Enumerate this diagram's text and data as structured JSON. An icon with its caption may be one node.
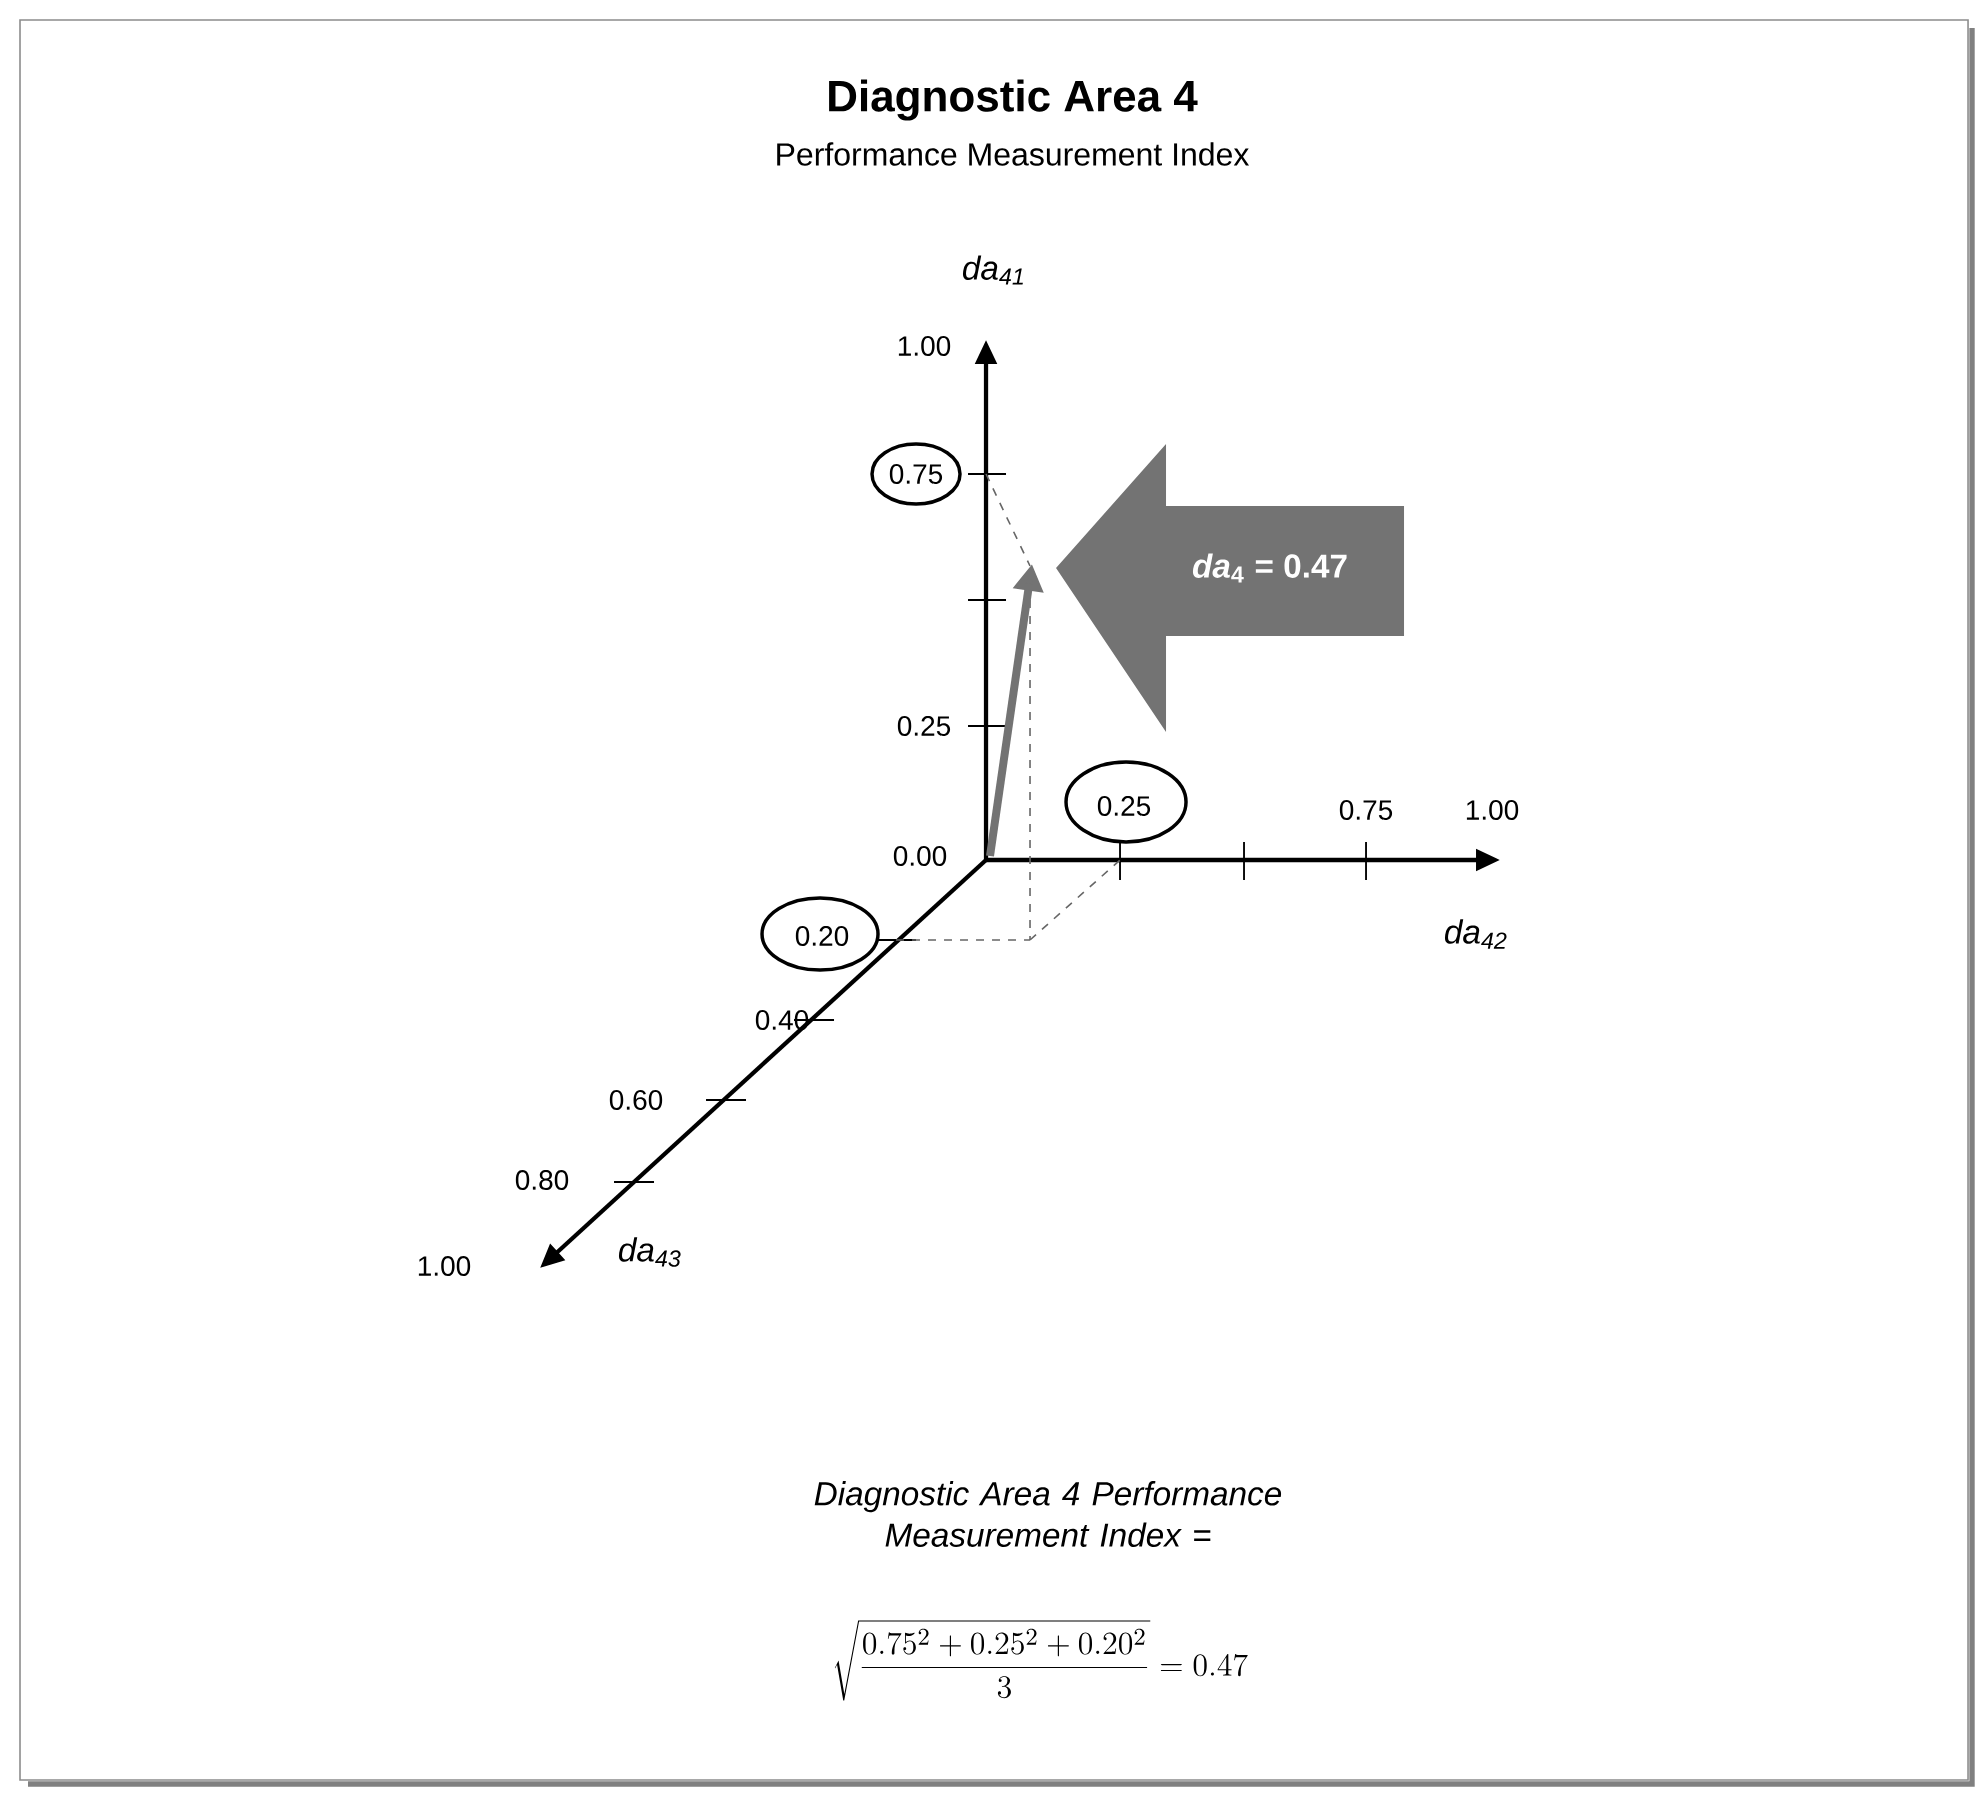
{
  "diagram": {
    "title": "Diagnostic Area 4",
    "nodes": [
      {
        "text": [
          "*da*$_{4}$ = 0.47"
        ]
      }
    ],
    "labels": [
      "Performance Measurement Index",
      "da$_{41}$",
      "1.00",
      "0.75",
      "0.25",
      "0.00",
      "0.25",
      "0.75",
      "1.00",
      "da$_{42}$",
      "0.20",
      "0.40",
      "0.60",
      "0.80",
      "1.00",
      "da$_{43}$",
      "Diagnostic Area 4 Performance Measurement Index =",
      "\\sqrt{\\frac{0.75^{2} + 0.25^{2} + 0.20^{2}}{3}} = 0.47"
    ]
  }
}
